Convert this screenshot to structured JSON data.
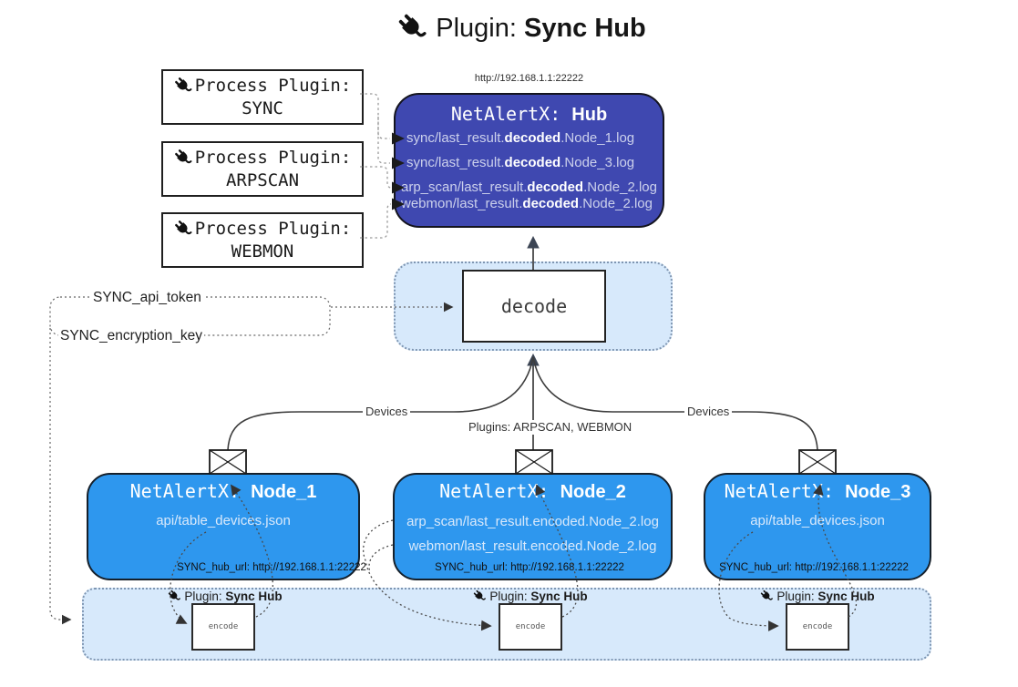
{
  "title": {
    "prefix": "Plugin: ",
    "name": "Sync Hub"
  },
  "process_plugins": [
    {
      "label": "Process Plugin:",
      "name": "SYNC"
    },
    {
      "label": "Process Plugin:",
      "name": "ARPSCAN"
    },
    {
      "label": "Process Plugin:",
      "name": "WEBMON"
    }
  ],
  "hub": {
    "url": "http://192.168.1.1:22222",
    "title_prefix": "NetAlertX: ",
    "title_name": "Hub",
    "files": [
      {
        "pre": "sync/last_result.",
        "bold": "decoded",
        "post": ".Node_1.log"
      },
      {
        "pre": "sync/last_result.",
        "bold": "decoded",
        "post": ".Node_3.log"
      },
      {
        "pre": "arp_scan/last_result.",
        "bold": "decoded",
        "post": ".Node_2.log"
      },
      {
        "pre": "webmon/last_result.",
        "bold": "decoded",
        "post": ".Node_2.log"
      }
    ]
  },
  "decode_box": {
    "label": "decode"
  },
  "secrets": {
    "api_token": "SYNC_api_token",
    "encryption_key": "SYNC_encryption_key"
  },
  "edge_labels": {
    "left": "Devices",
    "middle": "Plugins: ARPSCAN, WEBMON",
    "right": "Devices"
  },
  "nodes": [
    {
      "title_prefix": "NetAlertX: ",
      "title_name": "Node_1",
      "file1": "api/table_devices.json",
      "hub_url": "SYNC_hub_url: http://192.168.1.1:22222"
    },
    {
      "title_prefix": "NetAlertX: ",
      "title_name": "Node_2",
      "file1": "arp_scan/last_result.encoded.Node_2.log",
      "file2": "webmon/last_result.encoded.Node_2.log",
      "hub_url": "SYNC_hub_url: http://192.168.1.1:22222"
    },
    {
      "title_prefix": "NetAlertX: ",
      "title_name": "Node_3",
      "file1": "api/table_devices.json",
      "hub_url": "SYNC_hub_url: http://192.168.1.1:22222"
    }
  ],
  "encoders": [
    {
      "plugin_prefix": "Plugin: ",
      "plugin_name": "Sync Hub",
      "box_label": "encode"
    },
    {
      "plugin_prefix": "Plugin: ",
      "plugin_name": "Sync Hub",
      "box_label": "encode"
    },
    {
      "plugin_prefix": "Plugin: ",
      "plugin_name": "Sync Hub",
      "box_label": "encode"
    }
  ],
  "colors": {
    "hub_fill": "#3F48B0",
    "node_fill": "#2E97EE",
    "panel_fill": "#D7E9FB",
    "connector_gray": "#8f8f8f",
    "arrow_dark": "#333333",
    "arrow_slate": "#3C4554"
  }
}
